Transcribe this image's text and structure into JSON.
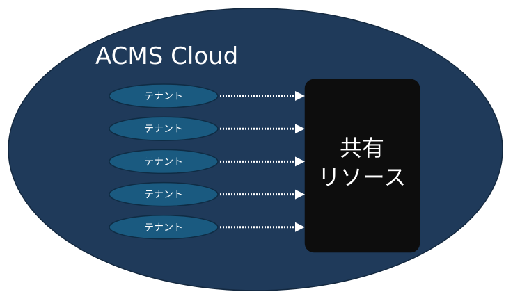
{
  "cloud": {
    "title": "ACMS Cloud",
    "fill_color": "#1f3a5a",
    "stroke_color": "#13283f"
  },
  "tenants": [
    {
      "label": "テナント"
    },
    {
      "label": "テナント"
    },
    {
      "label": "テナント"
    },
    {
      "label": "テナント"
    },
    {
      "label": "テナント"
    }
  ],
  "tenant_style": {
    "fill_color": "#1a5a80",
    "stroke_color": "#0f2c44"
  },
  "shared_resource": {
    "label_line1": "共有",
    "label_line2": "リソース",
    "fill_color": "#0d0d0d"
  },
  "arrow_color": "#ffffff"
}
